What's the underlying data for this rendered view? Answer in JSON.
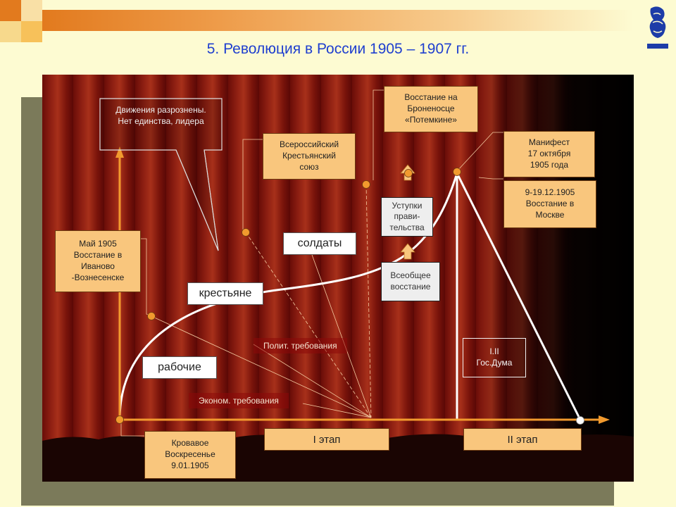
{
  "title": "5. Революция в России 1905 – 1907 гг.",
  "colors": {
    "accent_orange": "#f29a2e",
    "title_blue": "#1f3fcf",
    "box_fill": "#f9c67d",
    "curtain_red": "#8e1f12"
  },
  "callout": {
    "text": "Движения разрознены.\nНет единства, лидера"
  },
  "boxes": {
    "may_1905": "Май 1905\nВосстание в\nИваново\n-Вознесенске",
    "peasant_union": "Всероссийский\nКрестьянский\nсоюз",
    "potemkin": "Восстание на\nБроненосце\n«Потемкине»",
    "manifesto": "Манифест\n17 октября\n1905 года",
    "moscow": "9-19.12.1905\nВосстание в\nМоскве",
    "bloody_sunday": "Кровавое\nВоскресенье\n9.01.1905"
  },
  "groups": {
    "workers": "рабочие",
    "peasants": "крестьяне",
    "soldiers": "солдаты"
  },
  "events": {
    "concessions": "Уступки\nправи-\nтельства",
    "general_strike": "Всеобщее\nвосстание",
    "duma": "I.II\nГос.Дума"
  },
  "requirements": {
    "political": "Полит. требования",
    "economic": "Эконом. требования"
  },
  "stages": {
    "stage1": "I  этап",
    "stage2": "II этап"
  },
  "logo_name": "university-logo"
}
